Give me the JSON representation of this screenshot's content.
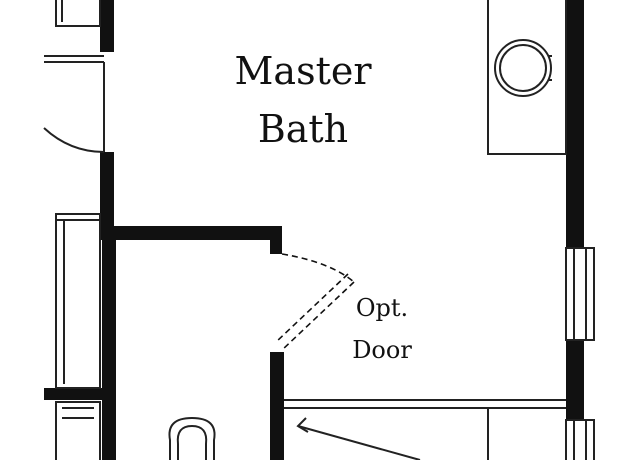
{
  "rooms": {
    "master_bath_line1": "Master",
    "master_bath_line2": "Bath"
  },
  "notes": {
    "opt_door_line1": "Opt.",
    "opt_door_line2": "Door"
  },
  "colors": {
    "wall": "#111111",
    "fixture_line": "#222222",
    "background": "#ffffff"
  }
}
